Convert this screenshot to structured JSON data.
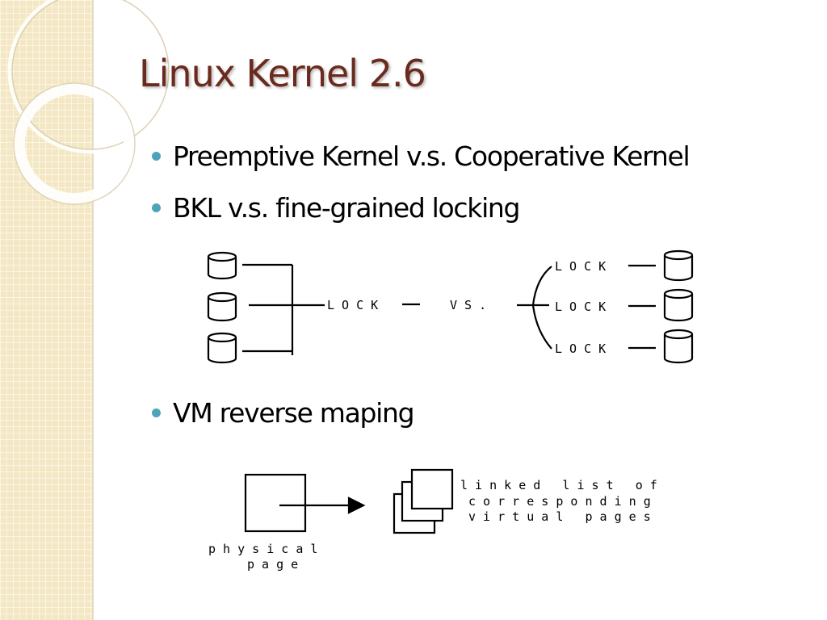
{
  "slide": {
    "title": "Linux Kernel 2.6",
    "bullets": [
      "Preemptive Kernel v.s. Cooperative Kernel",
      "BKL v.s. fine-grained locking",
      "VM reverse maping"
    ]
  },
  "locking_diagram": {
    "big_lock_label": "L O C K",
    "vs_label": "V S .",
    "fine_lock_labels": [
      "L O C K",
      "L O C K",
      "L O C K"
    ]
  },
  "rmap_diagram": {
    "physical_page_line1": "p h y s i c a l",
    "physical_page_line2": "p a g e",
    "linked_list_line1": "l i n k e d   l i s t   o f",
    "linked_list_line2": "c o r r e s p o n d i n g",
    "linked_list_line3": "v i r t u a l   p a g e s"
  },
  "colors": {
    "title": "#6b2a1e",
    "bullet": "#4fa3b8",
    "side_strip": "#f3e7c4"
  }
}
